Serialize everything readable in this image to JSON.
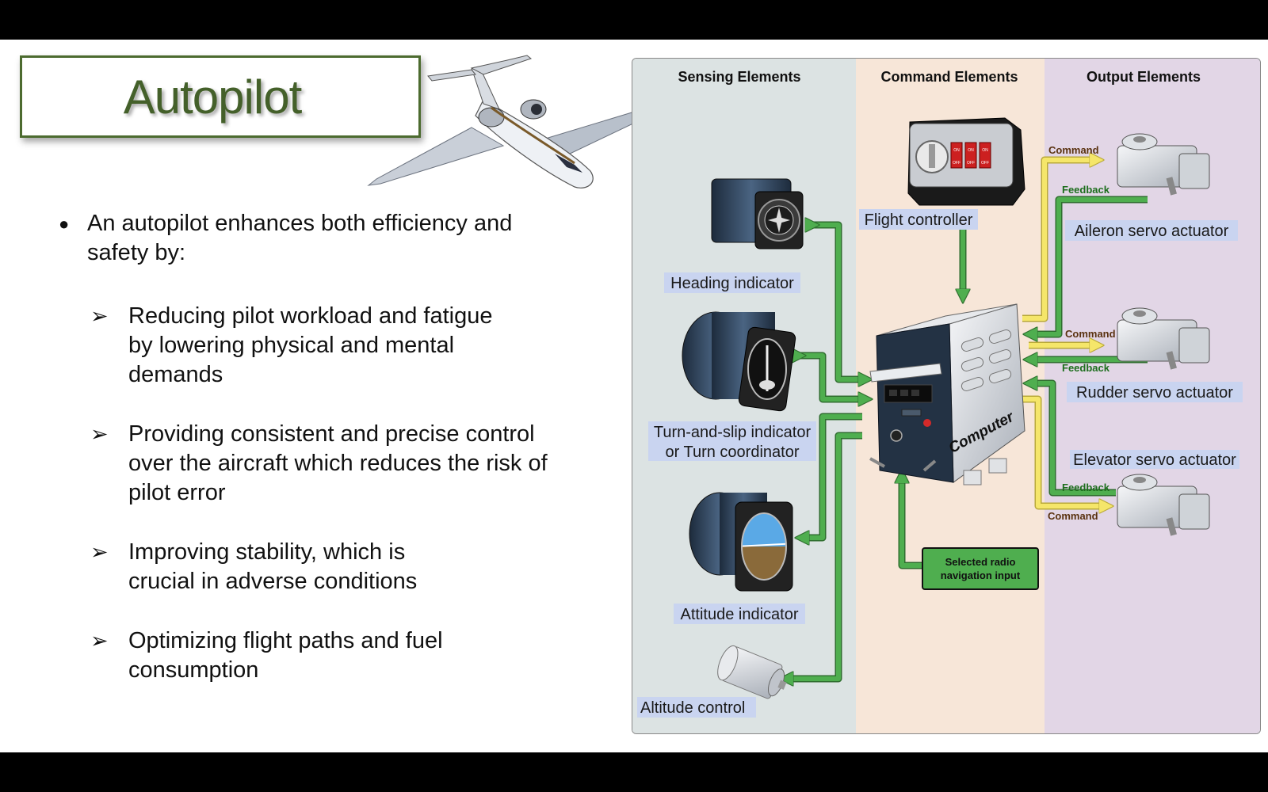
{
  "slide": {
    "title": "Autopilot",
    "bullet_main": "An autopilot enhances both efficiency and safety by:",
    "sub_bullets": [
      "Reducing pilot workload and fatigue by lowering physical and mental demands",
      "Providing consistent and precise control over the aircraft which reduces the risk of pilot error",
      "Improving stability, which is crucial in adverse conditions",
      "Optimizing flight paths and fuel consumption"
    ]
  },
  "diagram": {
    "columns": [
      "Sensing Elements",
      "Command Elements",
      "Output Elements"
    ],
    "labels": {
      "heading": "Heading indicator",
      "turn_slip_1": "Turn-and-slip indicator",
      "turn_slip_2": "or Turn coordinator",
      "attitude": "Attitude indicator",
      "altitude": "Altitude control",
      "flight_controller": "Flight controller",
      "computer": "Computer",
      "radio_1": "Selected radio",
      "radio_2": "navigation input",
      "aileron": "Aileron servo actuator",
      "rudder": "Rudder servo actuator",
      "elevator": "Elevator servo actuator",
      "command": "Command",
      "feedback": "Feedback"
    },
    "panel_switches": [
      "ON",
      "ON",
      "ON",
      "OFF",
      "OFF",
      "OFF"
    ],
    "colors": {
      "sensing_bg": "#dce3e3",
      "command_bg": "#f7e6d8",
      "output_bg": "#e2d6e6",
      "green_arrow": "#4fae4f",
      "yellow_arrow": "#f5e66a"
    }
  }
}
